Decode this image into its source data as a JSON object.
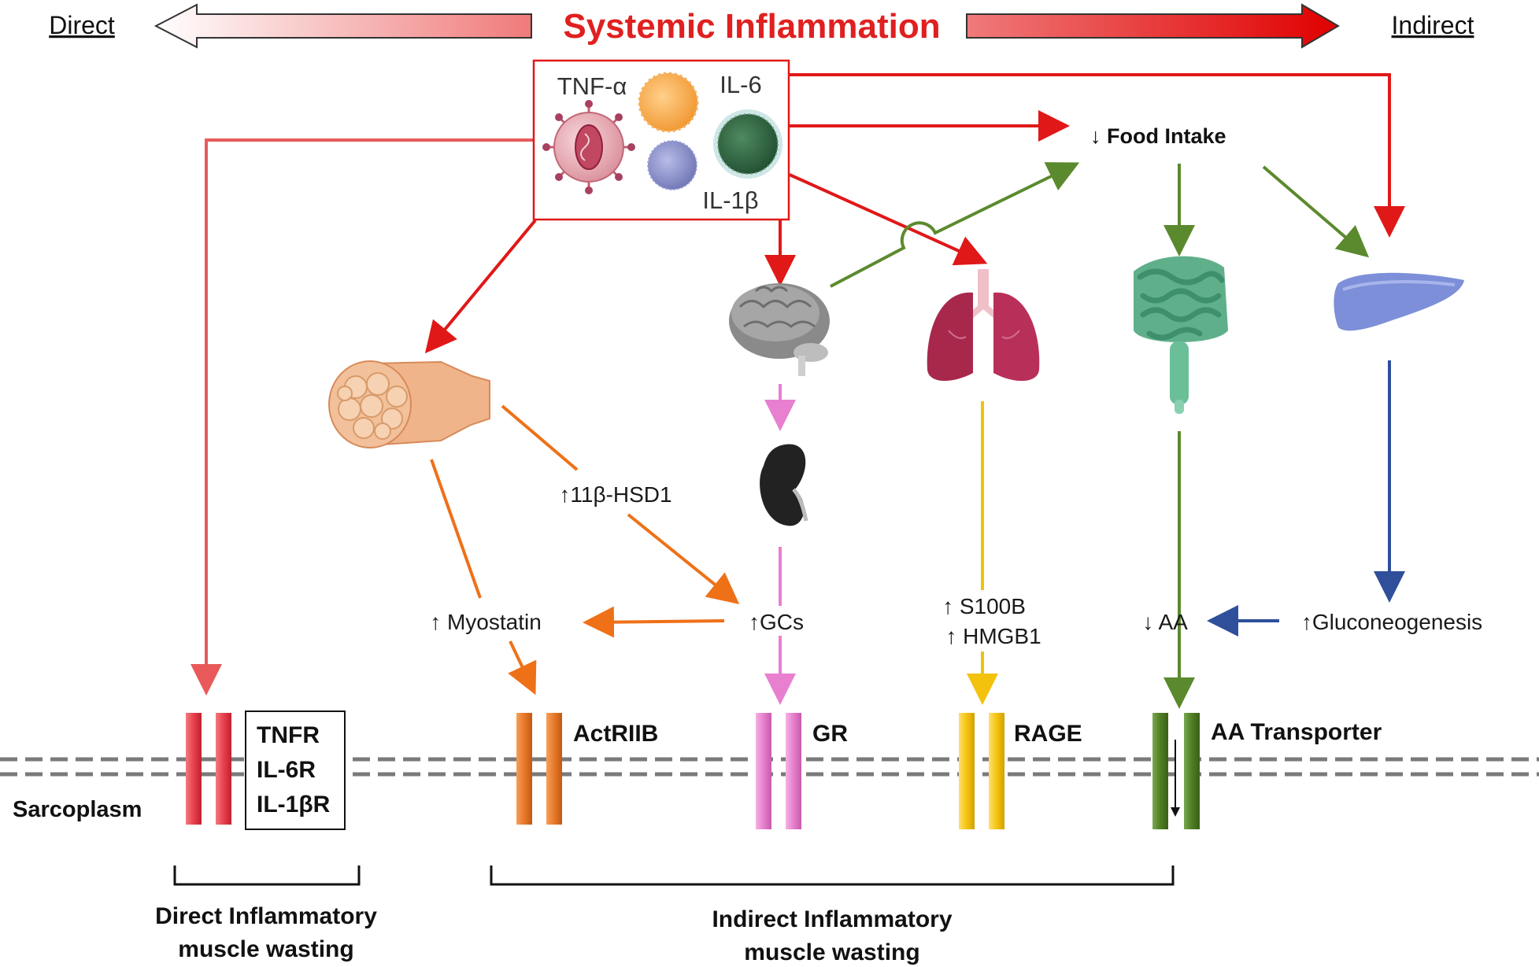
{
  "header": {
    "title": "Systemic Inflammation",
    "left_label": "Direct",
    "right_label": "Indirect"
  },
  "cytokines": {
    "tnf": "TNF-α",
    "il6": "IL-6",
    "il1b": "IL-1β"
  },
  "labels": {
    "food_intake": "↓  Food Intake",
    "hsd1": "↑11β-HSD1",
    "myostatin": "↑ Myostatin",
    "gcs": "↑GCs",
    "s100b": "↑ S100B",
    "hmgb1": "↑ HMGB1",
    "aa": "↓ AA",
    "gluconeogenesis": "↑Gluconeogenesis"
  },
  "receptors": {
    "direct": [
      "TNFR",
      "IL-6R",
      "IL-1βR"
    ],
    "actriib": "ActRIIB",
    "gr": "GR",
    "rage": "RAGE",
    "aa_transporter": "AA Transporter"
  },
  "sarcoplasm": "Sarcoplasm",
  "brackets": {
    "direct_line1": "Direct Inflammatory",
    "direct_line2": "muscle wasting",
    "indirect_line1": "Indirect Inflammatory",
    "indirect_line2": "muscle wasting"
  },
  "colors": {
    "red": "#e01818",
    "salmon": "#e85a5a",
    "orange": "#ee7118",
    "pink": "#e87fcf",
    "yellow": "#f2c20c",
    "green": "#5b8a2e",
    "blue": "#2f4f9a"
  }
}
